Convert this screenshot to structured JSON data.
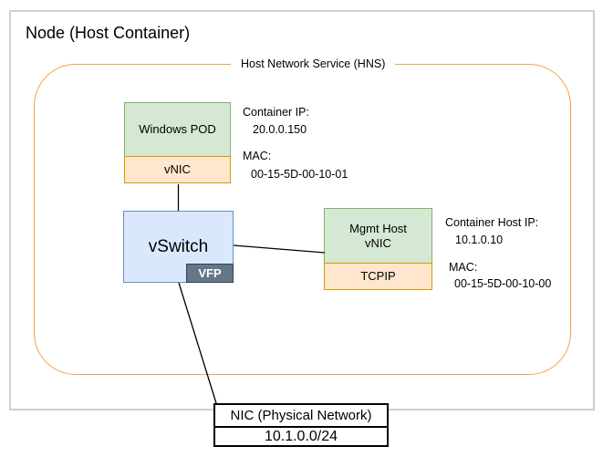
{
  "diagram": {
    "title": "Node (Host Container)",
    "hns": {
      "label": "Host Network Service (HNS)"
    },
    "windows_pod": {
      "label": "Windows POD",
      "vnic_label": "vNIC"
    },
    "pod_info": {
      "ip_label": "Container IP:",
      "ip_value": "20.0.0.150",
      "mac_label": "MAC:",
      "mac_value": "00-15-5D-00-10-01"
    },
    "vswitch": {
      "label": "vSwitch",
      "vfp_label": "VFP"
    },
    "mgmt_host": {
      "label_line1": "Mgmt Host",
      "label_line2": "vNIC",
      "tcpip_label": "TCPIP"
    },
    "host_info": {
      "ip_label": "Container Host IP:",
      "ip_value": "10.1.0.10",
      "mac_label": "MAC:",
      "mac_value": "00-15-5D-00-10-00"
    },
    "nic": {
      "label": "NIC (Physical Network)",
      "subnet": "10.1.0.0/24"
    },
    "colors": {
      "node_border": "#cfcfcf",
      "hns_border": "#f5a04a",
      "green_fill": "#d5e8d4",
      "green_border": "#82b366",
      "orange_fill": "#ffe6cc",
      "orange_border": "#d79b00",
      "blue_fill": "#dae8fc",
      "blue_border": "#6c8ebf",
      "vfp_fill": "#647687",
      "vfp_border": "#314354",
      "connector": "#000000"
    }
  }
}
